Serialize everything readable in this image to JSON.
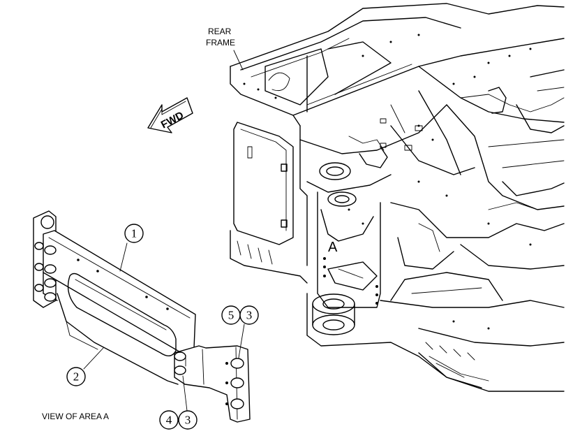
{
  "labels": {
    "rear_frame_line1": "REAR",
    "rear_frame_line2": "FRAME",
    "fwd": "FWD",
    "area_marker": "A",
    "view_caption": "VIEW OF AREA  A"
  },
  "callouts": {
    "c1": "1",
    "c2": "2",
    "c5": "5",
    "c3_top": "3",
    "c4": "4",
    "c3_bottom": "3"
  }
}
